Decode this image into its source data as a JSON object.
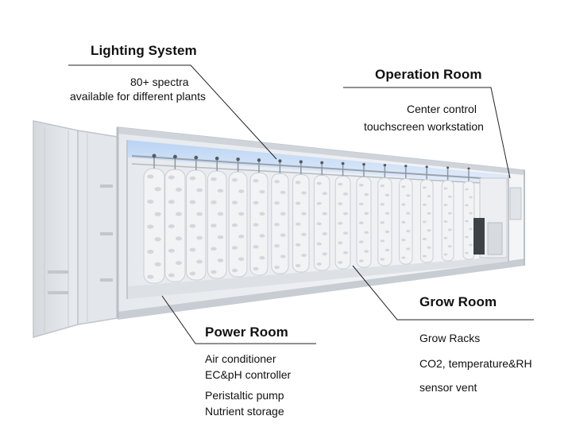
{
  "callouts": {
    "lighting": {
      "title": "Lighting System",
      "lines": [
        "80+ spectra",
        "available for different plants"
      ]
    },
    "operation": {
      "title": "Operation Room",
      "lines": [
        "Center control",
        "touchscreen workstation"
      ]
    },
    "grow": {
      "title": "Grow Room",
      "lines": [
        "Grow Racks",
        "CO2, temperature&RH",
        "sensor vent"
      ]
    },
    "power": {
      "title": "Power Room",
      "lines": [
        "Air conditioner",
        "EC&pH controller",
        "Peristaltic pump",
        "Nutrient storage"
      ]
    }
  },
  "colors": {
    "text": "#111111",
    "leader_line": "#222222",
    "container_frame": "#cfd4da",
    "ceiling_light": "#c9dcf5",
    "tower": "#f2f3f5"
  }
}
